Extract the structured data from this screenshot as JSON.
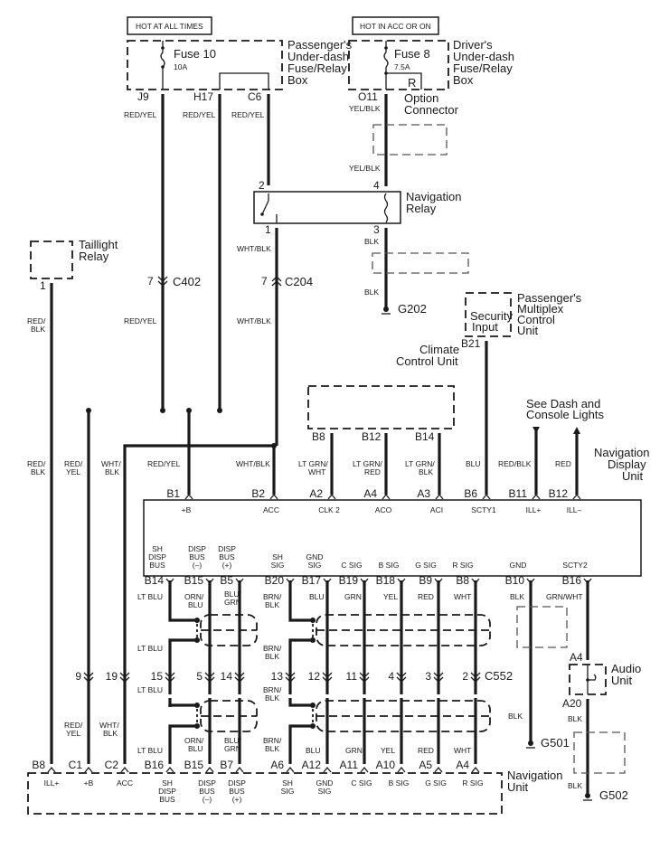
{
  "diagram": {
    "title": "Navigation System Wiring Diagram",
    "power_labels": {
      "hot_at_all_times": "HOT AT ALL TIMES",
      "hot_in_acc_or_on": "HOT IN ACC OR ON"
    },
    "components": {
      "passenger_fuse_box": {
        "name_l1": "Passenger's",
        "name_l2": "Under-dash",
        "name_l3": "Fuse/Relay",
        "name_l4": "Box",
        "fuse": "Fuse 10",
        "rating": "10A",
        "pins": [
          "J9",
          "H17",
          "C6"
        ]
      },
      "driver_fuse_box": {
        "name_l1": "Driver's",
        "name_l2": "Under-dash",
        "name_l3": "Fuse/Relay",
        "name_l4": "Box",
        "fuse": "Fuse 8",
        "rating": "7.5A",
        "relay": "R",
        "pin": "O11"
      },
      "option_connector": {
        "name_l1": "Option",
        "name_l2": "Connector"
      },
      "navigation_relay": {
        "name_l1": "Navigation",
        "name_l2": "Relay",
        "pins": [
          "2",
          "4",
          "1",
          "3"
        ]
      },
      "taillight_relay": {
        "name_l1": "Taillight",
        "name_l2": "Relay",
        "pin": "1"
      },
      "multiplex_unit": {
        "name_l1": "Passenger's",
        "name_l2": "Multiplex",
        "name_l3": "Control",
        "name_l4": "Unit",
        "inner_l1": "Security",
        "inner_l2": "Input",
        "pin": "B21"
      },
      "climate_unit": {
        "name_l1": "Climate",
        "name_l2": "Control Unit",
        "pins": [
          "B8",
          "B12",
          "B14"
        ]
      },
      "dash_lights_note": {
        "l1": "See Dash and",
        "l2": "Console Lights"
      },
      "display_unit": {
        "name_l1": "Navigation",
        "name_l2": "Display",
        "name_l3": "Unit",
        "top_pins": [
          {
            "pin": "B1",
            "func": "+B"
          },
          {
            "pin": "B2",
            "func": "ACC"
          },
          {
            "pin": "A2",
            "func": "CLK 2"
          },
          {
            "pin": "A4",
            "func": "ACO"
          },
          {
            "pin": "A3",
            "func": "ACI"
          },
          {
            "pin": "B6",
            "func": "SCTY1"
          },
          {
            "pin": "B11",
            "func": "ILL+"
          },
          {
            "pin": "B12",
            "func": "ILL–"
          }
        ],
        "bottom_pins": [
          {
            "pin": "B14",
            "f1": "SH",
            "f2": "DISP",
            "f3": "BUS"
          },
          {
            "pin": "B15",
            "f1": "DISP",
            "f2": "BUS",
            "f3": "(–)"
          },
          {
            "pin": "B5",
            "f1": "DISP",
            "f2": "BUS",
            "f3": "(+)"
          },
          {
            "pin": "B20",
            "f1": "",
            "f2": "SH",
            "f3": "SIG"
          },
          {
            "pin": "B17",
            "f1": "",
            "f2": "GND",
            "f3": "SIG"
          },
          {
            "pin": "B19",
            "f1": "",
            "f2": "",
            "f3": "C SIG"
          },
          {
            "pin": "B18",
            "f1": "",
            "f2": "",
            "f3": "B SIG"
          },
          {
            "pin": "B9",
            "f1": "",
            "f2": "",
            "f3": "G SIG"
          },
          {
            "pin": "B8",
            "f1": "",
            "f2": "",
            "f3": "R SIG"
          },
          {
            "pin": "B10",
            "f1": "",
            "f2": "",
            "f3": "GND"
          },
          {
            "pin": "B16",
            "f1": "",
            "f2": "",
            "f3": "SCTY2"
          }
        ]
      },
      "audio_unit": {
        "name_l1": "Audio",
        "name_l2": "Unit",
        "pins": [
          "A4",
          "A20"
        ]
      },
      "navigation_unit": {
        "name_l1": "Navigation",
        "name_l2": "Unit",
        "pins": [
          {
            "pin": "B8",
            "f1": "ILL+",
            "f2": "",
            "f3": ""
          },
          {
            "pin": "C1",
            "f1": "+B",
            "f2": "",
            "f3": ""
          },
          {
            "pin": "C2",
            "f1": "ACC",
            "f2": "",
            "f3": ""
          },
          {
            "pin": "B16",
            "f1": "SH",
            "f2": "DISP",
            "f3": "BUS"
          },
          {
            "pin": "B15",
            "f1": "DISP",
            "f2": "BUS",
            "f3": "(–)"
          },
          {
            "pin": "B7",
            "f1": "DISP",
            "f2": "BUS",
            "f3": "(+)"
          },
          {
            "pin": "A6",
            "f1": "SH",
            "f2": "SIG",
            "f3": ""
          },
          {
            "pin": "A12",
            "f1": "GND",
            "f2": "SIG",
            "f3": ""
          },
          {
            "pin": "A11",
            "f1": "C SIG",
            "f2": "",
            "f3": ""
          },
          {
            "pin": "A10",
            "f1": "B SIG",
            "f2": "",
            "f3": ""
          },
          {
            "pin": "A5",
            "f1": "G SIG",
            "f2": "",
            "f3": ""
          },
          {
            "pin": "A4",
            "f1": "R SIG",
            "f2": "",
            "f3": ""
          }
        ]
      }
    },
    "connectors": {
      "c402": {
        "name": "C402",
        "pin": "7"
      },
      "c204": {
        "name": "C204",
        "pin": "7"
      },
      "c552": {
        "name": "C552",
        "pins": [
          "9",
          "19",
          "15",
          "5",
          "14",
          "13",
          "12",
          "11",
          "4",
          "3",
          "2"
        ]
      }
    },
    "grounds": [
      "G202",
      "G501",
      "G502"
    ],
    "wire_colors": {
      "red_yel": "RED/YEL",
      "yel_blk": "YEL/BLK",
      "wht_blk": "WHT/BLK",
      "blk": "BLK",
      "red_blk_l1": "RED/",
      "red_blk_l2": "BLK",
      "red_yel_l1": "RED/",
      "red_yel_l2": "YEL",
      "wht_blk_l1": "WHT/",
      "wht_blk_l2": "BLK",
      "lt_grn_wht_l1": "LT GRN/",
      "lt_grn_wht_l2": "WHT",
      "lt_grn_red_l1": "LT GRN/",
      "lt_grn_red_l2": "RED",
      "lt_grn_blk_l1": "LT GRN/",
      "lt_grn_blk_l2": "BLK",
      "blu": "BLU",
      "red_blk": "RED/BLK",
      "red": "RED",
      "lt_blu": "LT BLU",
      "orn_blu_l1": "ORN/",
      "orn_blu_l2": "BLU",
      "blu_grn_l1": "BLU/",
      "blu_grn_l2": "GRN",
      "brn_blk_l1": "BRN/",
      "brn_blk_l2": "BLK",
      "grn": "GRN",
      "yel": "YEL",
      "wht": "WHT",
      "grn_wht": "GRN/WHT"
    }
  }
}
